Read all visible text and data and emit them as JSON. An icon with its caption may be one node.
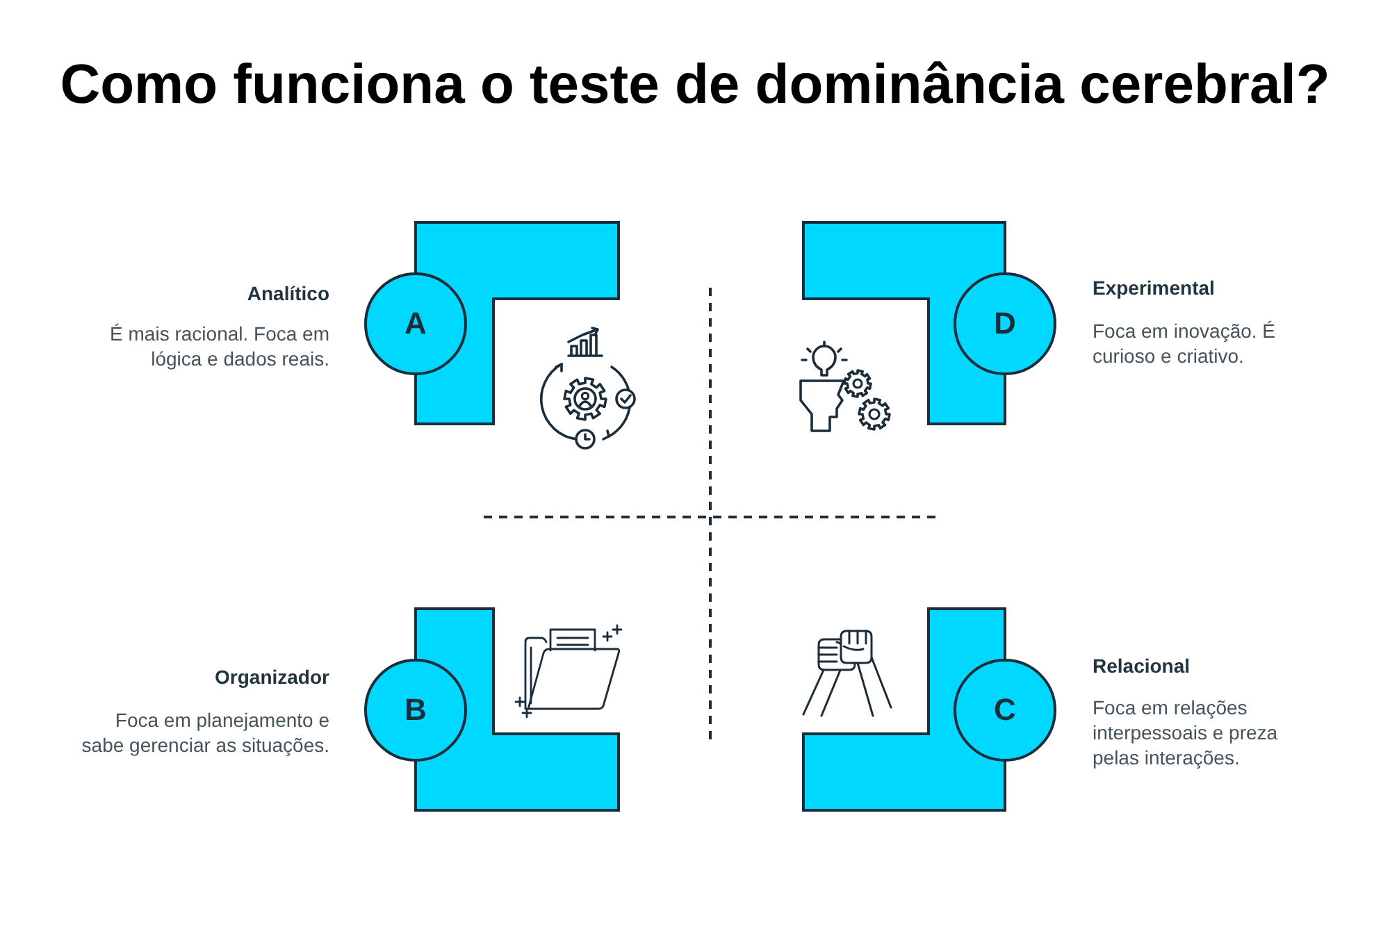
{
  "diagram": {
    "title": "Como funciona o teste de dominância cerebral?",
    "nodes": [
      {
        "text": [],
        "shape": "box"
      },
      {
        "text": [
          "A"
        ],
        "beside": [
          "Analítico",
          "É mais racional. Foca em lógica e dados reais."
        ]
      },
      {
        "text": [],
        "shape": "box"
      },
      {
        "text": [
          "D"
        ],
        "beside": [
          "Experimental",
          "Foca em inovação. É curioso e criativo."
        ]
      },
      {
        "text": [],
        "shape": "box"
      },
      {
        "text": [
          "B"
        ],
        "beside": [
          "Organizador",
          "Foca em planejamento e sabe gerenciar as situações."
        ]
      },
      {
        "text": [],
        "shape": "box"
      },
      {
        "text": [
          "C"
        ],
        "beside": [
          "Relacional",
          "Foca em relações interpessoais e preza pelas interações."
        ]
      }
    ]
  }
}
